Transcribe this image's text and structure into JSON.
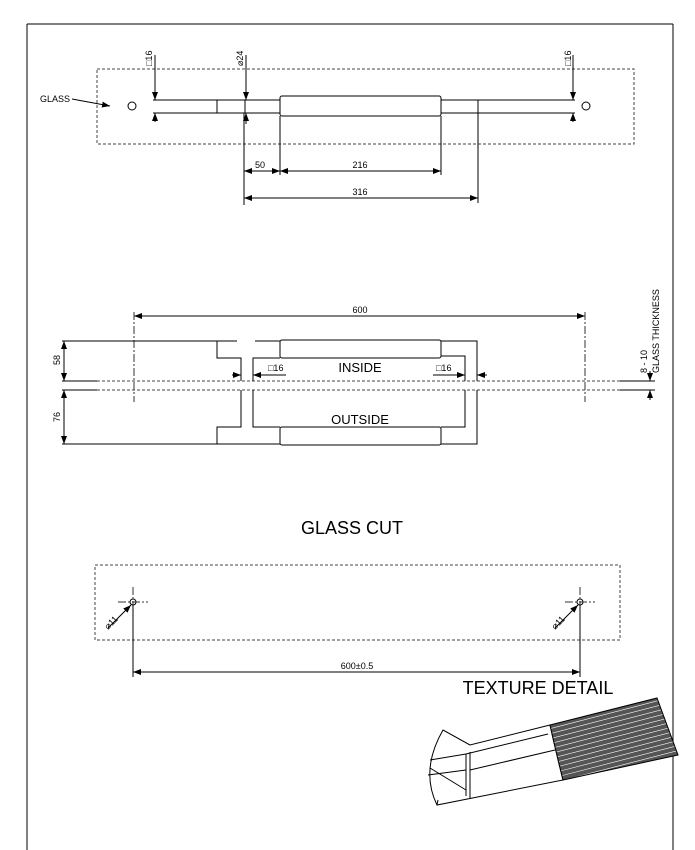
{
  "top_view": {
    "glass_label": "GLASS",
    "left_square": "□16",
    "diameter": "⌀24",
    "right_square": "□16",
    "dim_50": "50",
    "dim_216": "216",
    "dim_316": "316"
  },
  "section_view": {
    "dim_600": "600",
    "dim_58": "58",
    "dim_76": "76",
    "inside_label": "INSIDE",
    "outside_label": "OUTSIDE",
    "left_square": "□16",
    "right_square": "□16",
    "thickness_value": "8 - 10",
    "thickness_label": "GLASS THICKNESS"
  },
  "glass_cut": {
    "title": "GLASS CUT",
    "left_hole": "⌀11",
    "right_hole": "⌀11",
    "hole_spacing": "600±0.5"
  },
  "texture": {
    "title": "TEXTURE DETAIL"
  }
}
